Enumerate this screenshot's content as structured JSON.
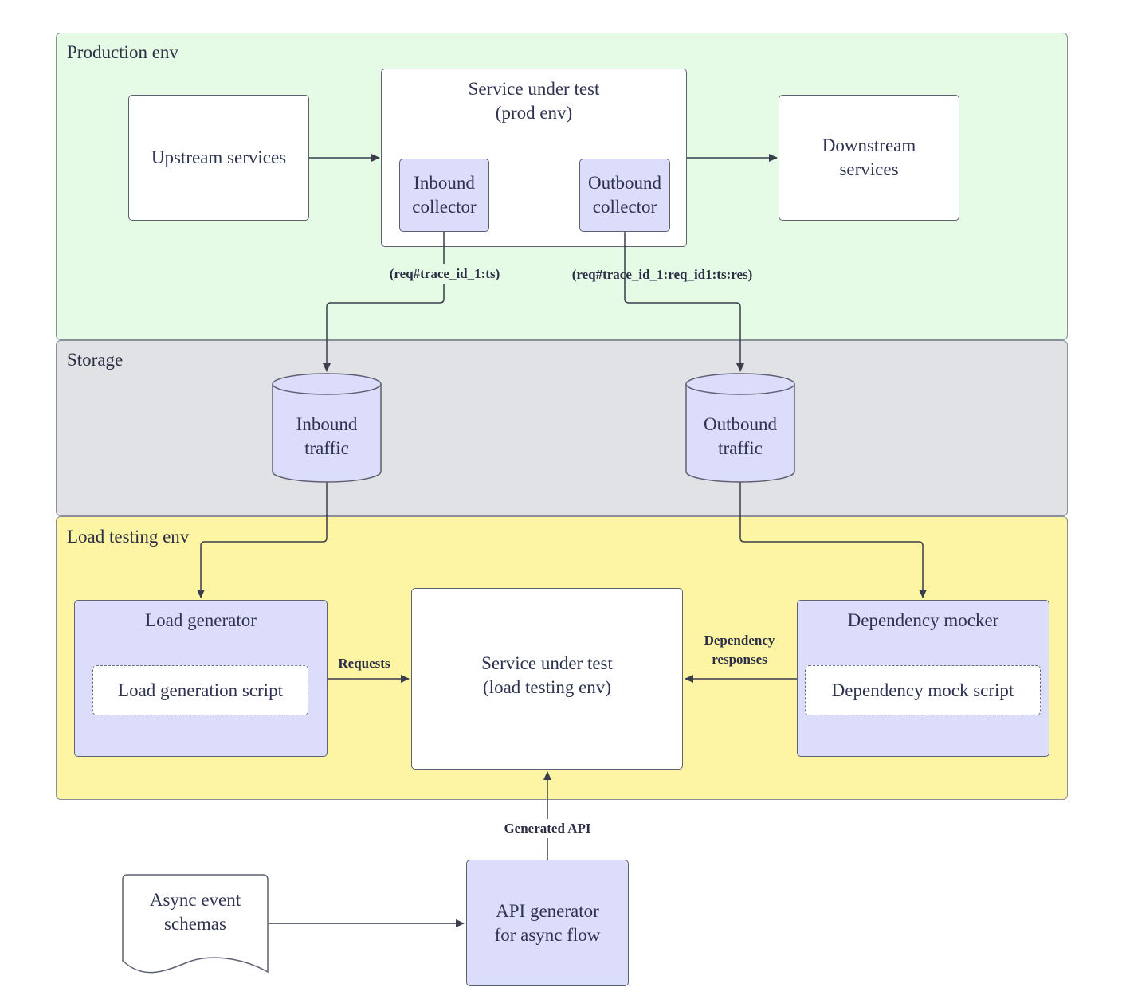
{
  "zones": {
    "production": "Production env",
    "storage": "Storage",
    "load_testing": "Load testing env"
  },
  "nodes": {
    "upstream": "Upstream services",
    "sut_prod": "Service under test\n(prod env)",
    "inbound_collector": "Inbound\ncollector",
    "outbound_collector": "Outbound\ncollector",
    "downstream": "Downstream\nservices",
    "inbound_traffic": "Inbound\ntraffic",
    "outbound_traffic": "Outbound\ntraffic",
    "load_generator": "Load generator",
    "load_generation_script": "Load generation script",
    "sut_load": "Service under test\n(load testing env)",
    "dependency_mocker": "Dependency mocker",
    "dependency_mock_script": "Dependency mock script",
    "async_schemas": "Async event\nschemas",
    "api_generator": "API generator\nfor async flow"
  },
  "edge_labels": {
    "inbound_record": "(req#trace_id_1:ts)",
    "outbound_record": "(req#trace_id_1:req_id1:ts:res)",
    "requests": "Requests",
    "dependency_responses": "Dependency\nresponses",
    "generated_api": "Generated API"
  },
  "colors": {
    "production_bg": "#e6fbe6",
    "storage_bg": "#e0e2e6",
    "load_testing_bg": "#fdf4a4",
    "node_lavender": "#dcdcfb"
  }
}
